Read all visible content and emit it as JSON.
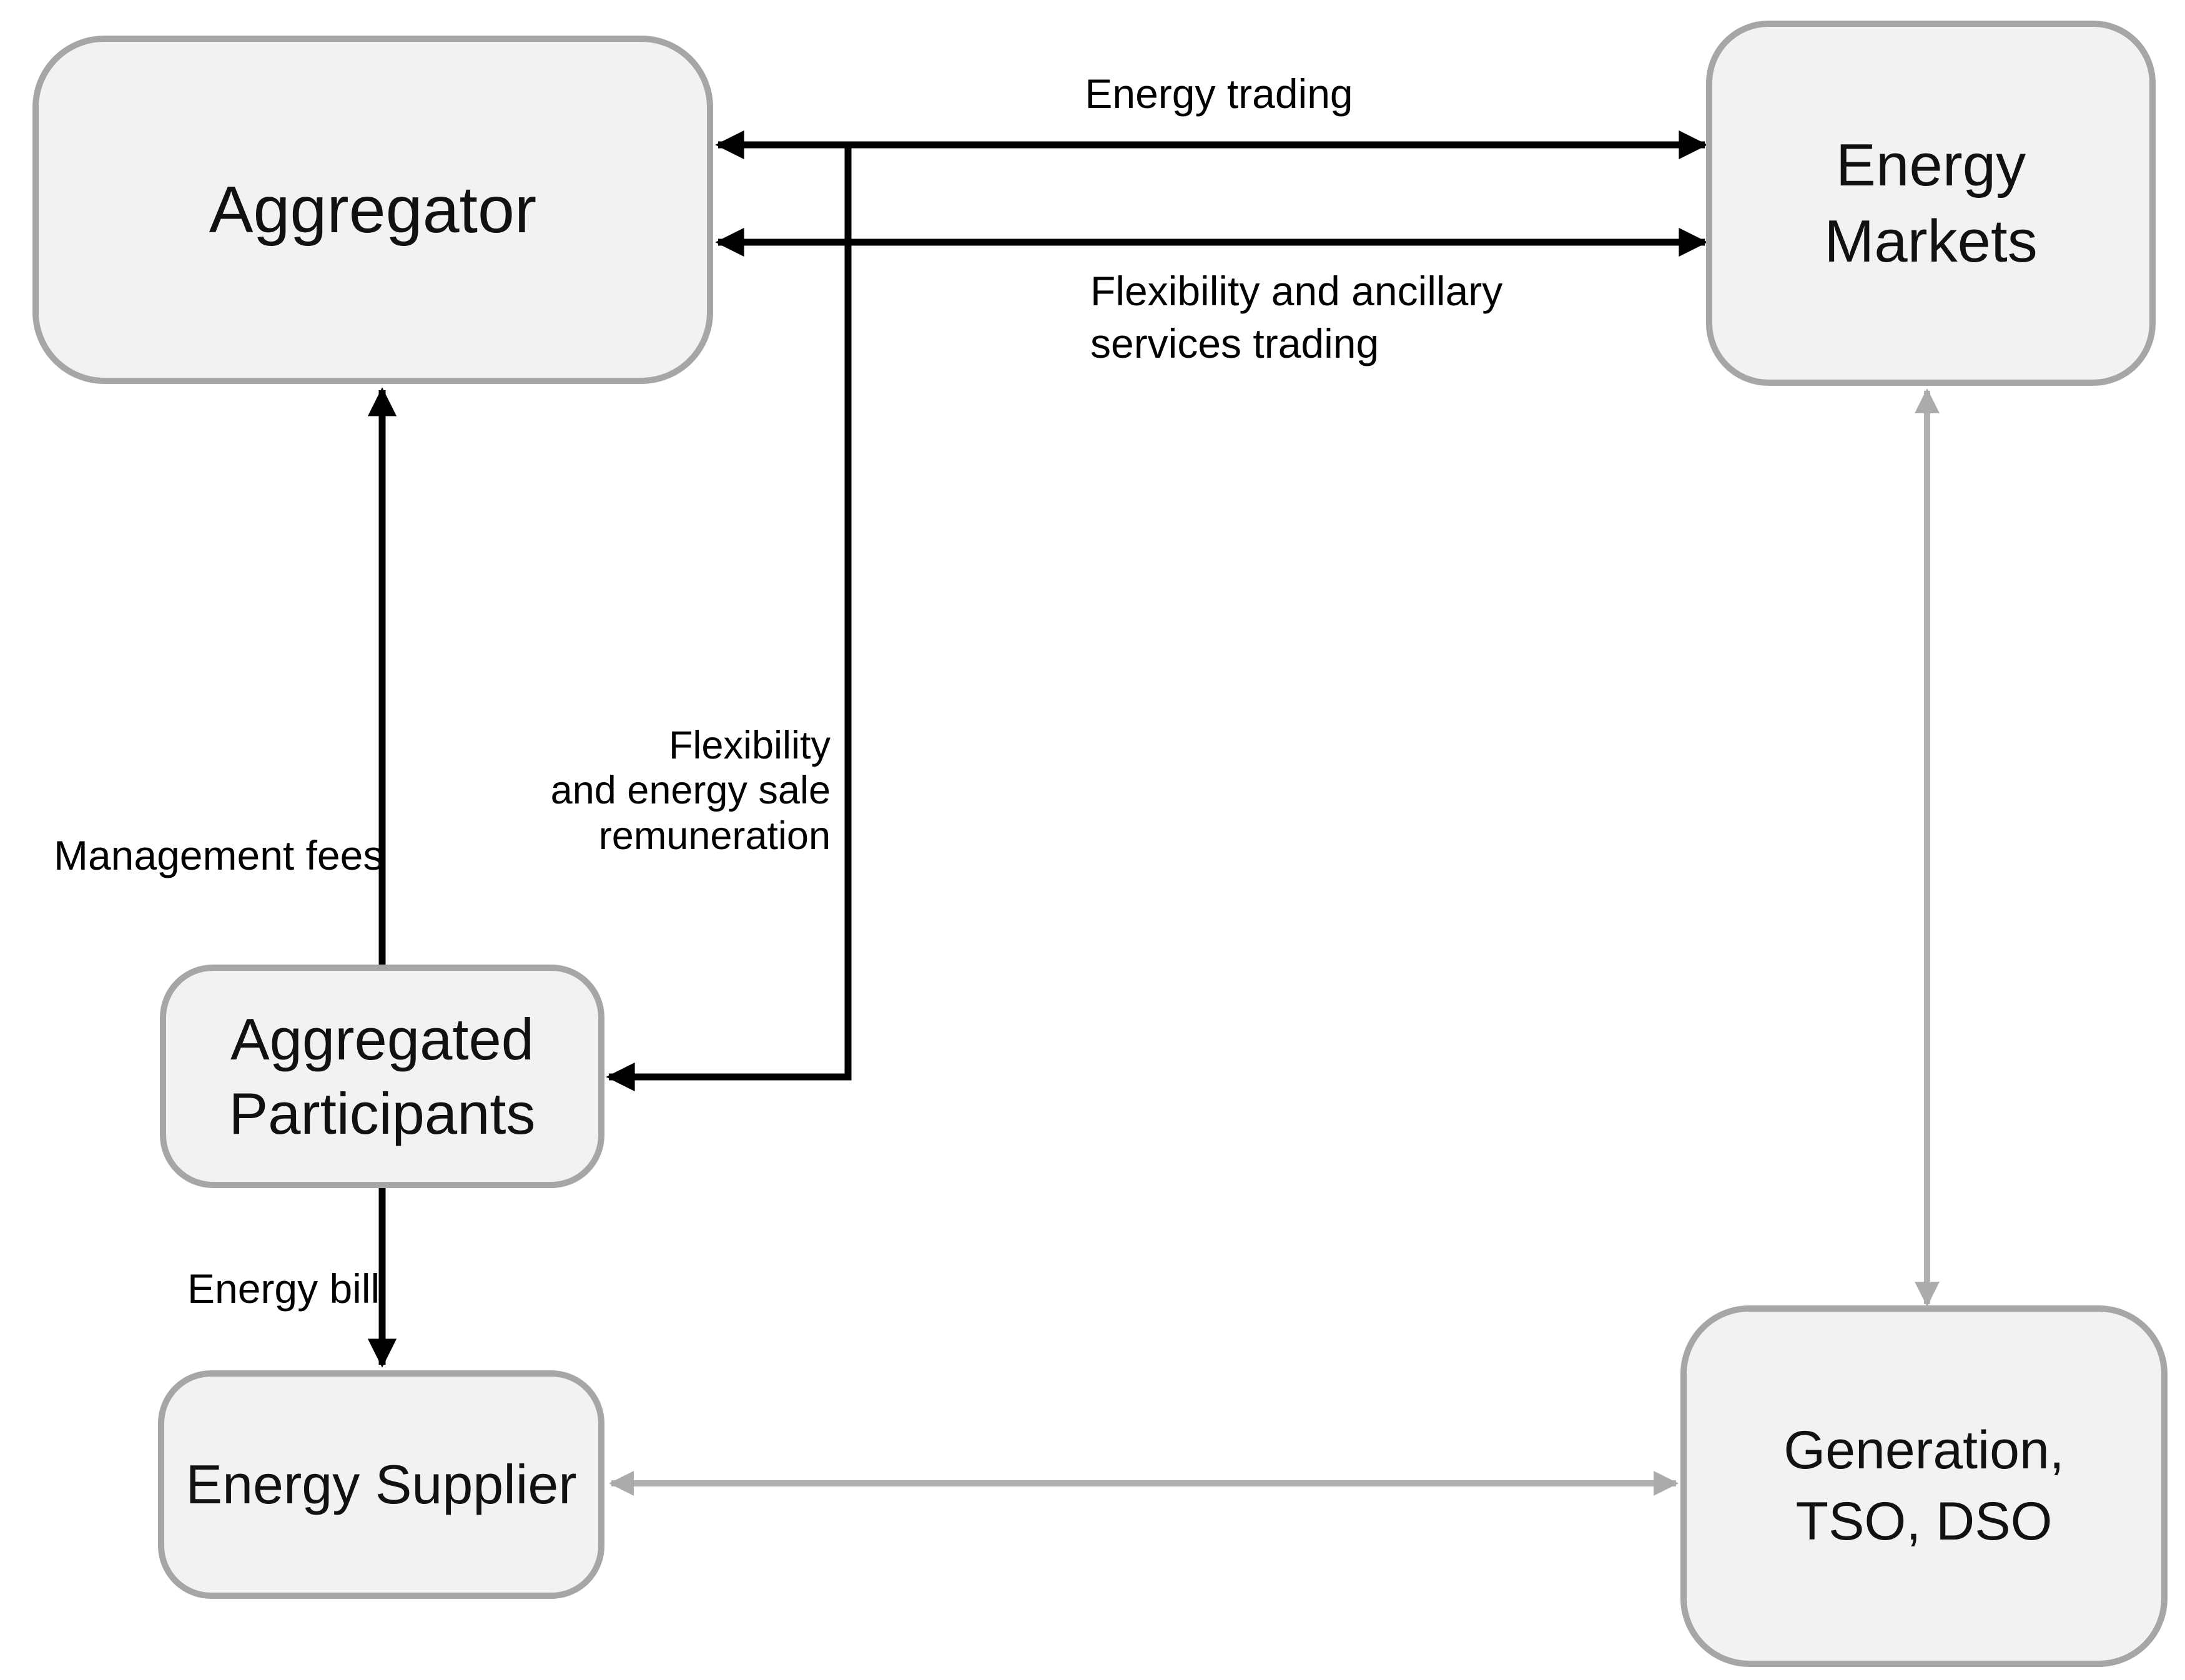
{
  "diagram": {
    "colors": {
      "background": "#ffffff",
      "node_fill": "#f2f2f2",
      "node_border": "#a6a6a6",
      "connector_black": "#000000",
      "connector_gray": "#b0b0b0"
    },
    "nodes": [
      {
        "id": "aggregator",
        "label": "Aggregator"
      },
      {
        "id": "energy-markets",
        "label": "Energy\nMarkets"
      },
      {
        "id": "aggregated-participants",
        "label": "Aggregated\nParticipants"
      },
      {
        "id": "energy-supplier",
        "label": "Energy Supplier"
      },
      {
        "id": "generation-tso-dso",
        "label": "Generation,\nTSO, DSO"
      }
    ],
    "edges": [
      {
        "id": "energy-trading",
        "from": "Aggregator",
        "to": "Energy Markets",
        "direction": "bidirectional",
        "color": "black",
        "label": "Energy trading"
      },
      {
        "id": "flexibility-ancillary-services-trading",
        "from": "Aggregator",
        "to": "Energy Markets",
        "direction": "bidirectional",
        "color": "black",
        "label": "Flexibility and ancillary\nservices trading"
      },
      {
        "id": "flexibility-energy-sale-remuneration",
        "from": "energy trading line",
        "to": "Aggregated Participants",
        "direction": "one-way",
        "color": "black",
        "label": "Flexibility\nand energy sale\nremuneration"
      },
      {
        "id": "management-fees",
        "from": "Aggregated Participants",
        "to": "Aggregator",
        "direction": "one-way",
        "color": "black",
        "label": "Management fees"
      },
      {
        "id": "energy-bill",
        "from": "Aggregated Participants",
        "to": "Energy Supplier",
        "direction": "one-way",
        "color": "black",
        "label": "Energy bill"
      },
      {
        "id": "markets-generation-link",
        "from": "Energy Markets",
        "to": "Generation, TSO, DSO",
        "direction": "bidirectional",
        "color": "gray",
        "label": ""
      },
      {
        "id": "supplier-generation-link",
        "from": "Energy Supplier",
        "to": "Generation, TSO, DSO",
        "direction": "bidirectional",
        "color": "gray",
        "label": ""
      }
    ]
  }
}
